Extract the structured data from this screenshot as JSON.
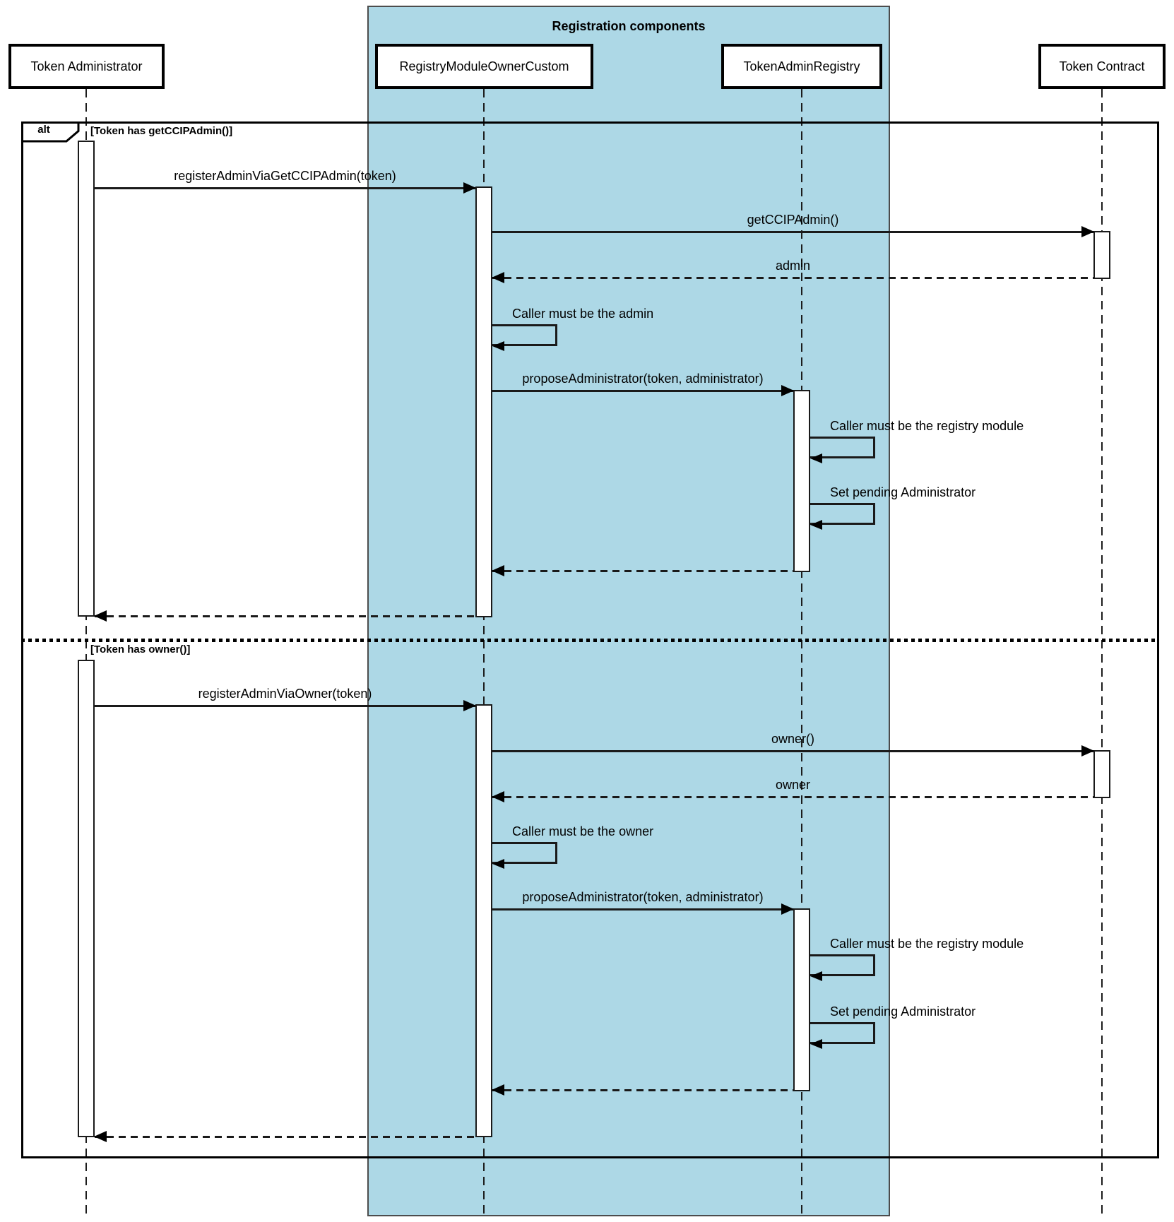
{
  "diagram_type": "uml-sequence",
  "panel_title": "Registration components",
  "participants": [
    {
      "label": "Token Administrator"
    },
    {
      "label": "RegistryModuleOwnerCustom"
    },
    {
      "label": "TokenAdminRegistry"
    },
    {
      "label": "Token Contract"
    }
  ],
  "alt_frame": {
    "operator": "alt",
    "guards": [
      "[Token has getCCIPAdmin()]",
      "[Token has owner()]"
    ]
  },
  "messages": {
    "register_via_ccip_admin": "registerAdminViaGetCCIPAdmin(token)",
    "get_ccip_admin": "getCCIPAdmin()",
    "admin_return": "admin",
    "caller_must_be_admin": "Caller must be the admin",
    "propose_administrator": "proposeAdministrator(token, administrator)",
    "caller_must_be_registry_module": "Caller must be the registry module",
    "set_pending_administrator": "Set pending Administrator",
    "register_via_owner": "registerAdminViaOwner(token)",
    "owner_call": "owner()",
    "owner_return": "owner",
    "caller_must_be_owner": "Caller must be the owner"
  },
  "colors": {
    "panel-fill": "#ADD8E6",
    "panel-border": "#4C4C4C",
    "ink": "#000000",
    "canvas-bg": "#FFFFFF"
  }
}
